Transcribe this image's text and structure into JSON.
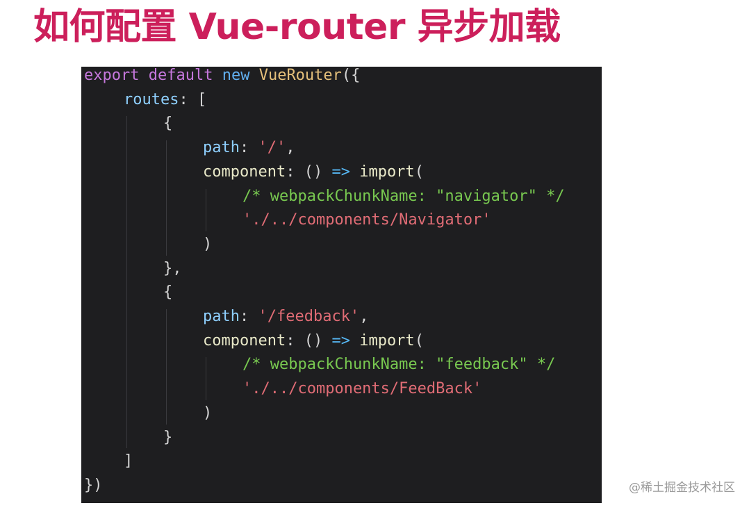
{
  "slide": {
    "title": "如何配置 Vue-router 异步加载",
    "watermark": "@稀土掘金技术社区"
  },
  "code": {
    "language": "javascript",
    "lines": [
      {
        "indent": 0,
        "tokens": [
          {
            "t": "kw",
            "v": "export"
          },
          {
            "t": "pun",
            "v": " "
          },
          {
            "t": "kw",
            "v": "default"
          },
          {
            "t": "pun",
            "v": " "
          },
          {
            "t": "kw2",
            "v": "new"
          },
          {
            "t": "pun",
            "v": " "
          },
          {
            "t": "cls",
            "v": "VueRouter"
          },
          {
            "t": "pun",
            "v": "({"
          }
        ]
      },
      {
        "indent": 1,
        "tokens": [
          {
            "t": "prop",
            "v": "routes"
          },
          {
            "t": "pun",
            "v": ": ["
          }
        ]
      },
      {
        "indent": 2,
        "tokens": [
          {
            "t": "pun",
            "v": "{"
          }
        ]
      },
      {
        "indent": 3,
        "tokens": [
          {
            "t": "prop",
            "v": "path"
          },
          {
            "t": "pun",
            "v": ": "
          },
          {
            "t": "str",
            "v": "'/'"
          },
          {
            "t": "pun",
            "v": ","
          }
        ]
      },
      {
        "indent": 3,
        "tokens": [
          {
            "t": "fn",
            "v": "component"
          },
          {
            "t": "pun",
            "v": ": () "
          },
          {
            "t": "op",
            "v": "=>"
          },
          {
            "t": "pun",
            "v": " "
          },
          {
            "t": "fn",
            "v": "import"
          },
          {
            "t": "pun",
            "v": "("
          }
        ]
      },
      {
        "indent": 4,
        "tokens": [
          {
            "t": "cmt",
            "v": "/* webpackChunkName: \"navigator\" */"
          }
        ]
      },
      {
        "indent": 4,
        "tokens": [
          {
            "t": "str",
            "v": "'./../components/Navigator'"
          }
        ]
      },
      {
        "indent": 3,
        "tokens": [
          {
            "t": "pun",
            "v": ")"
          }
        ]
      },
      {
        "indent": 2,
        "tokens": [
          {
            "t": "pun",
            "v": "},"
          }
        ]
      },
      {
        "indent": 2,
        "tokens": [
          {
            "t": "pun",
            "v": "{"
          }
        ]
      },
      {
        "indent": 3,
        "tokens": [
          {
            "t": "prop",
            "v": "path"
          },
          {
            "t": "pun",
            "v": ": "
          },
          {
            "t": "str",
            "v": "'/feedback'"
          },
          {
            "t": "pun",
            "v": ","
          }
        ]
      },
      {
        "indent": 3,
        "tokens": [
          {
            "t": "fn",
            "v": "component"
          },
          {
            "t": "pun",
            "v": ": () "
          },
          {
            "t": "op",
            "v": "=>"
          },
          {
            "t": "pun",
            "v": " "
          },
          {
            "t": "fn",
            "v": "import"
          },
          {
            "t": "pun",
            "v": "("
          }
        ]
      },
      {
        "indent": 4,
        "tokens": [
          {
            "t": "cmt",
            "v": "/* webpackChunkName: \"feedback\" */"
          }
        ]
      },
      {
        "indent": 4,
        "tokens": [
          {
            "t": "str",
            "v": "'./../components/FeedBack'"
          }
        ]
      },
      {
        "indent": 3,
        "tokens": [
          {
            "t": "pun",
            "v": ")"
          }
        ]
      },
      {
        "indent": 2,
        "tokens": [
          {
            "t": "pun",
            "v": "}"
          }
        ]
      },
      {
        "indent": 1,
        "tokens": [
          {
            "t": "pun",
            "v": "]"
          }
        ]
      },
      {
        "indent": 0,
        "tokens": [
          {
            "t": "pun",
            "v": "})"
          }
        ]
      }
    ]
  },
  "colors": {
    "title": "#cc1f5b",
    "code_background": "#1e1e20",
    "keyword": "#c678dd",
    "keyword_new": "#61afef",
    "class_name": "#e5c07b",
    "property": "#8fd0ff",
    "string": "#e06c75",
    "comment": "#78c850",
    "arrow": "#56b6f2"
  }
}
